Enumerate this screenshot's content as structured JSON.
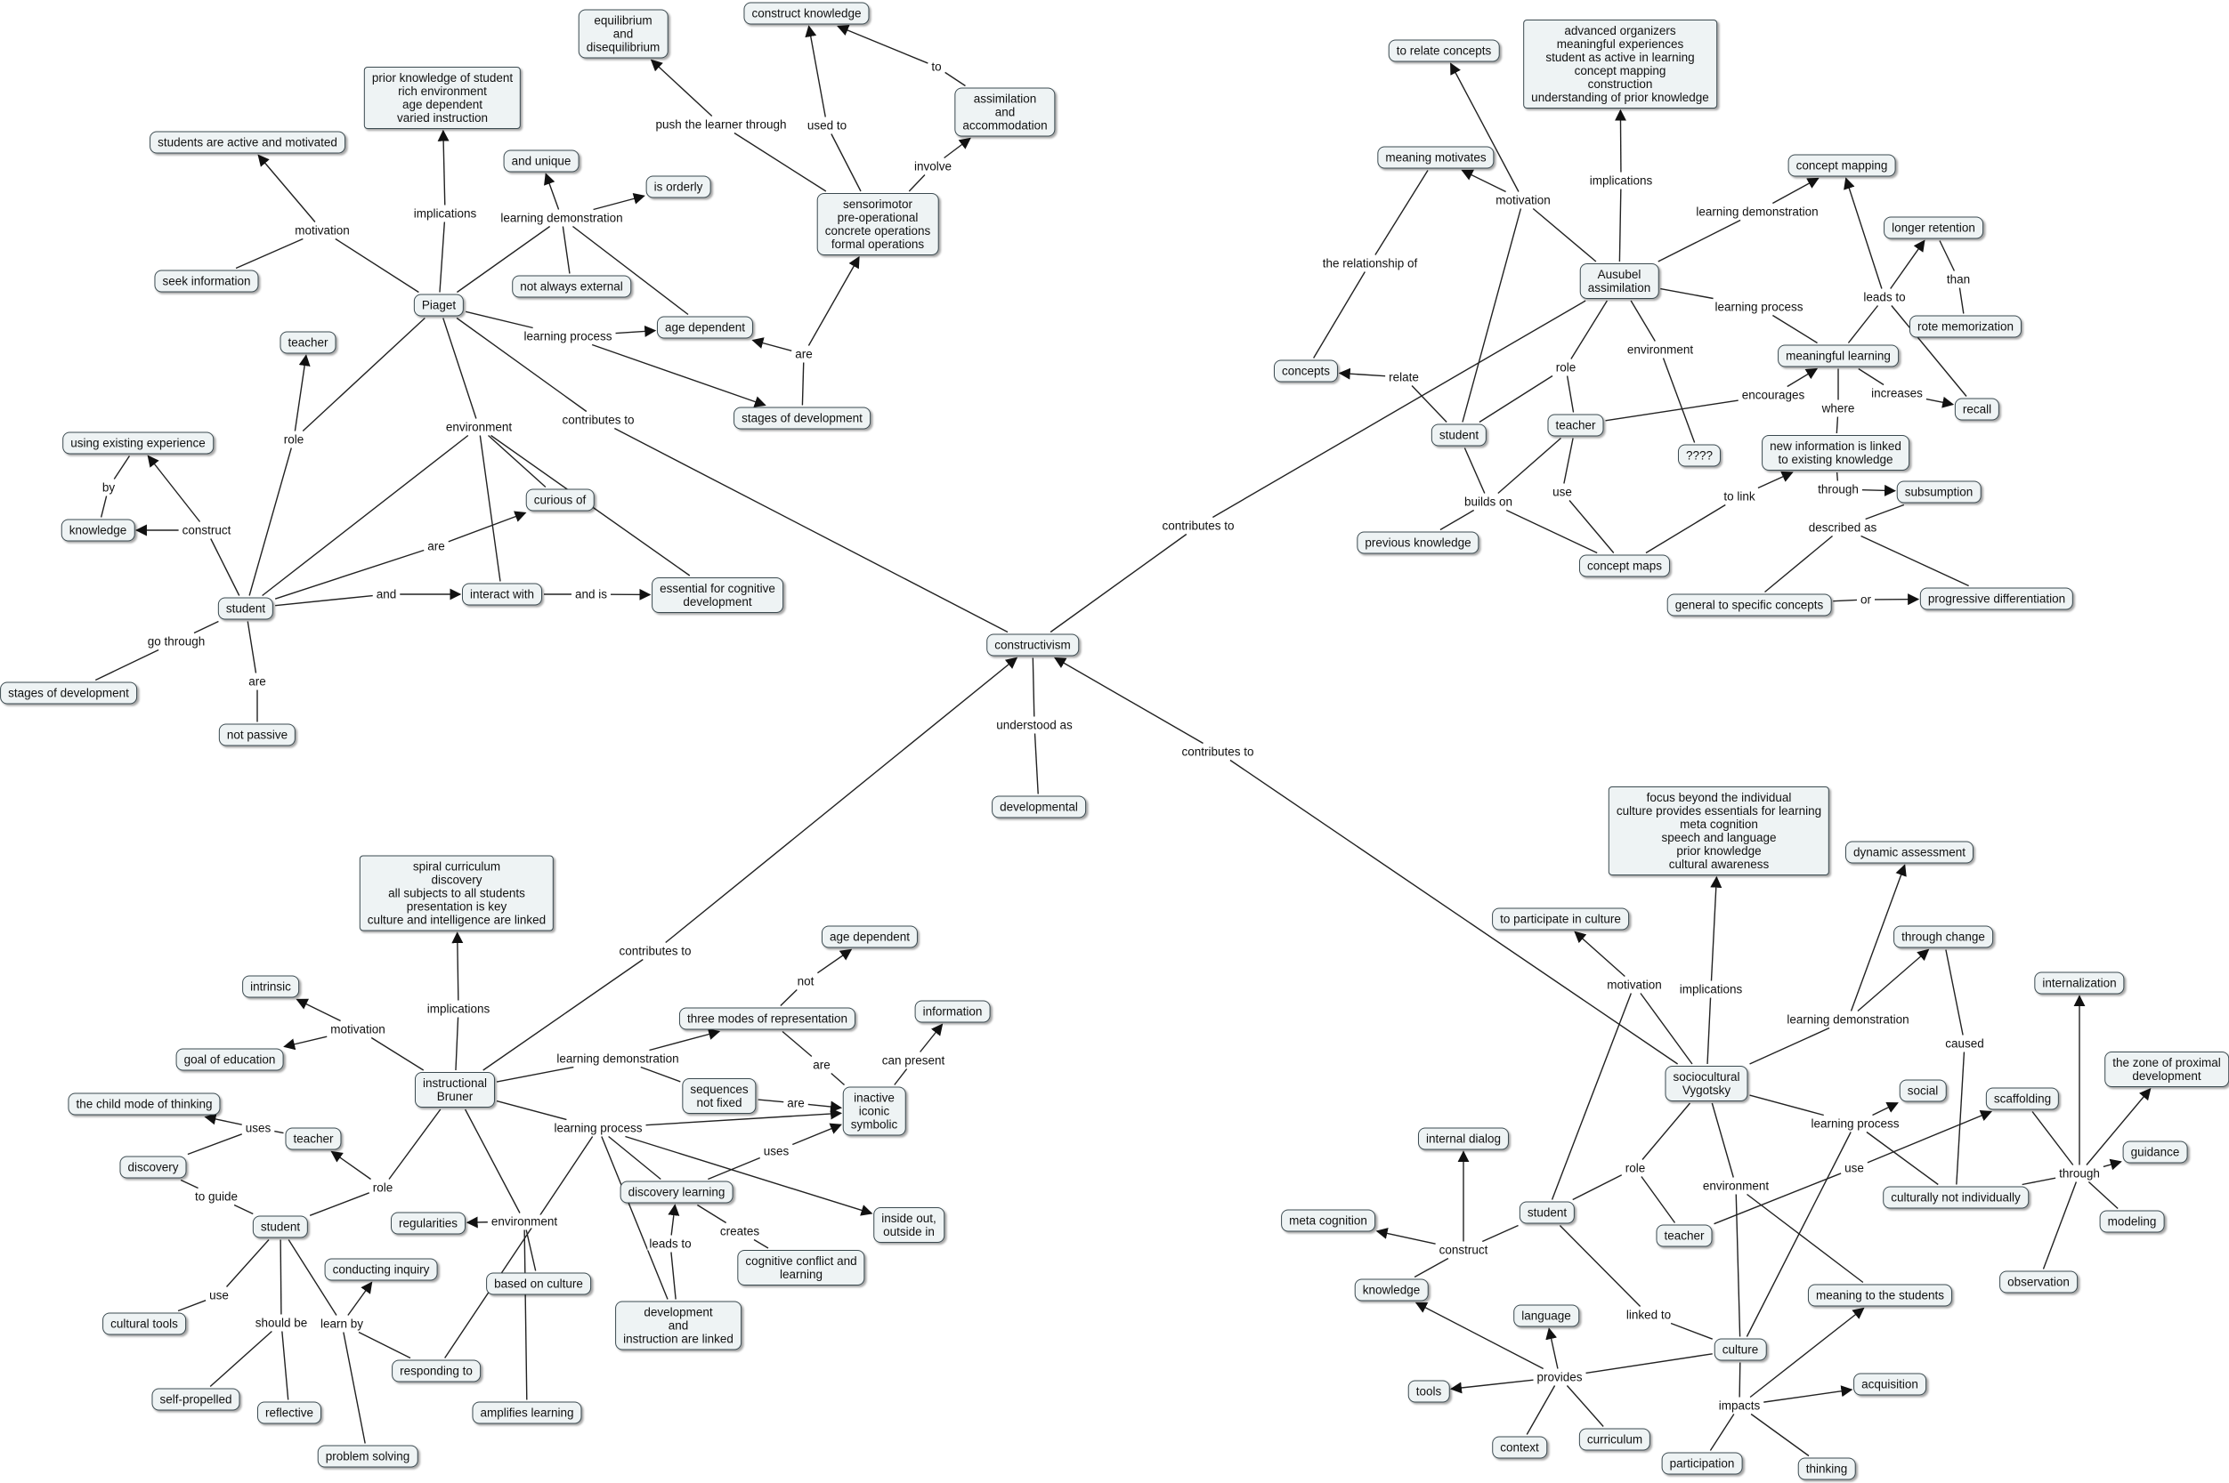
{
  "diagram": {
    "concepts": {
      "constructivism": "constructivism",
      "developmental": "developmental",
      "piaget": "Piaget",
      "p_prior": "prior knowledge of student\nrich environment\nage dependent\nvaried instruction",
      "p_active": "students are active and motivated",
      "p_seek": "seek information",
      "p_equil": "equilibrium\nand\ndisequilibrium",
      "p_construct_k": "construct knowledge",
      "p_assim": "assimilation\nand\naccommodation",
      "p_stages4": "sensorimotor\npre-operational\nconcrete operations\nformal operations",
      "p_unique": "and unique",
      "p_orderly": "is orderly",
      "p_not_ext": "not always external",
      "p_age": "age dependent",
      "p_stages_dev": "stages of development",
      "p_teacher": "teacher",
      "p_using_exp": "using existing experience",
      "p_knowledge": "knowledge",
      "p_curious": "curious of",
      "p_interact": "interact with",
      "p_essential": "essential for cognitive\ndevelopment",
      "p_student": "student",
      "p_stages_dev2": "stages of development",
      "p_not_passive": "not passive",
      "a_relate": "to relate concepts",
      "a_impl": "advanced organizers\nmeaningful experiences\nstudent as active in learning\nconcept mapping\nconstruction\nunderstanding of prior knowledge",
      "a_meaning_mot": "meaning motivates",
      "a_concept_mapping": "concept mapping",
      "a_longer": "longer retention",
      "a_ausubel": "Ausubel\nassimilation",
      "a_rote": "rote memorization",
      "a_concepts": "concepts",
      "a_meaningful": "meaningful learning",
      "a_recall": "recall",
      "a_student": "student",
      "a_teacher": "teacher",
      "a_qqqq": "????",
      "a_newinfo": "new information is linked\nto existing knowledge",
      "a_subsumption": "subsumption",
      "a_prev": "previous knowledge",
      "a_concept_maps": "concept maps",
      "a_gen_spec": "general to specific concepts",
      "a_prog_diff": "progressive differentiation",
      "b_impl": "spiral curriculum\ndiscovery\nall subjects to all students\npresentation is key\nculture and intelligence are linked",
      "b_age": "age dependent",
      "b_three": "three modes of representation",
      "b_information": "information",
      "b_intrinsic": "intrinsic",
      "b_goal": "goal of education",
      "b_bruner": "instructional\nBruner",
      "b_sequences": "sequences\nnot fixed",
      "b_eis": "inactive\niconic\nsymbolic",
      "b_child_mode": "the child mode of thinking",
      "b_teacher": "teacher",
      "b_discovery": "discovery",
      "b_student": "student",
      "b_regularities": "regularities",
      "b_disc_learning": "discovery learning",
      "b_inside_out": "inside out,\noutside in",
      "b_conducting": "conducting inquiry",
      "b_based_culture": "based on culture",
      "b_cog_conflict": "cognitive conflict and\nlearning",
      "b_cultural_tools": "cultural tools",
      "b_dev_instr": "development\nand\ninstruction are linked",
      "b_responding": "responding to",
      "b_self_prop": "self-propelled",
      "b_reflective": "reflective",
      "b_amplifies": "amplifies learning",
      "b_problem": "problem solving",
      "v_impl": "focus beyond the individual\nculture provides essentials for learning\nmeta cognition\nspeech and language\nprior knowledge\ncultural awareness",
      "v_dyn": "dynamic assessment",
      "v_participate": "to participate in culture",
      "v_through_change": "through change",
      "v_internalization": "internalization",
      "v_vygotsky": "sociocultural\nVygotsky",
      "v_zpd": "the zone of proximal\ndevelopment",
      "v_social": "social",
      "v_scaffolding": "scaffolding",
      "v_internal_dialog": "internal dialog",
      "v_guidance": "guidance",
      "v_cult_not_ind": "culturally not individually",
      "v_student": "student",
      "v_meta": "meta cognition",
      "v_modeling": "modeling",
      "v_teacher": "teacher",
      "v_observation": "observation",
      "v_knowledge": "knowledge",
      "v_meaning_students": "meaning to the students",
      "v_language": "language",
      "v_culture": "culture",
      "v_tools": "tools",
      "v_acquisition": "acquisition",
      "v_context": "context",
      "v_curriculum": "curriculum",
      "v_participation": "participation",
      "v_thinking": "thinking"
    },
    "linking_phrases": {
      "contributes_to_piaget": "contributes to",
      "contributes_to_ausubel": "contributes to",
      "contributes_to_bruner": "contributes to",
      "contributes_to_vygotsky": "contributes to",
      "understood_as": "understood as",
      "p_motivation": "motivation",
      "p_implications": "implications",
      "p_learning_demo": "learning demonstration",
      "p_push": "push the learner through",
      "p_used_to": "used to",
      "p_to": "to",
      "p_involve": "involve",
      "p_learning_process": "learning process",
      "p_are_stages": "are",
      "p_role": "role",
      "p_environment": "environment",
      "p_by": "by",
      "p_construct": "construct",
      "p_are_curious": "are",
      "p_and": "and",
      "p_and_is": "and is",
      "p_go_through": "go through",
      "p_are_not_passive": "are",
      "a_motivation": "motivation",
      "a_implications": "implications",
      "a_learning_demo": "learning demonstration",
      "a_relationship": "the relationship of",
      "a_leads_to": "leads to",
      "a_than": "than",
      "a_learning_process": "learning process",
      "a_relate": "relate",
      "a_role": "role",
      "a_environment": "environment",
      "a_encourages": "encourages",
      "a_increases": "increases",
      "a_where": "where",
      "a_through": "through",
      "a_builds_on": "builds on",
      "a_use": "use",
      "a_to_link": "to link",
      "a_described_as": "described as",
      "a_or": "or",
      "b_not": "not",
      "b_implications": "implications",
      "b_motivation": "motivation",
      "b_can_present": "can present",
      "b_learning_demo": "learning demonstration",
      "b_are_three": "are",
      "b_are_seq": "are",
      "b_learning_process": "learning process",
      "b_uses_teacher": "uses",
      "b_uses_disc": "uses",
      "b_role": "role",
      "b_to_guide": "to guide",
      "b_environment": "environment",
      "b_leads_to": "leads to",
      "b_creates": "creates",
      "b_use": "use",
      "b_should_be": "should be",
      "b_learn_by": "learn by",
      "v_motivation": "motivation",
      "v_implications": "implications",
      "v_learning_demo": "learning demonstration",
      "v_caused": "caused",
      "v_learning_process": "learning process",
      "v_role": "role",
      "v_use": "use",
      "v_through": "through",
      "v_environment": "environment",
      "v_construct": "construct",
      "v_linked_to": "linked to",
      "v_provides": "provides",
      "v_impacts": "impacts"
    }
  }
}
